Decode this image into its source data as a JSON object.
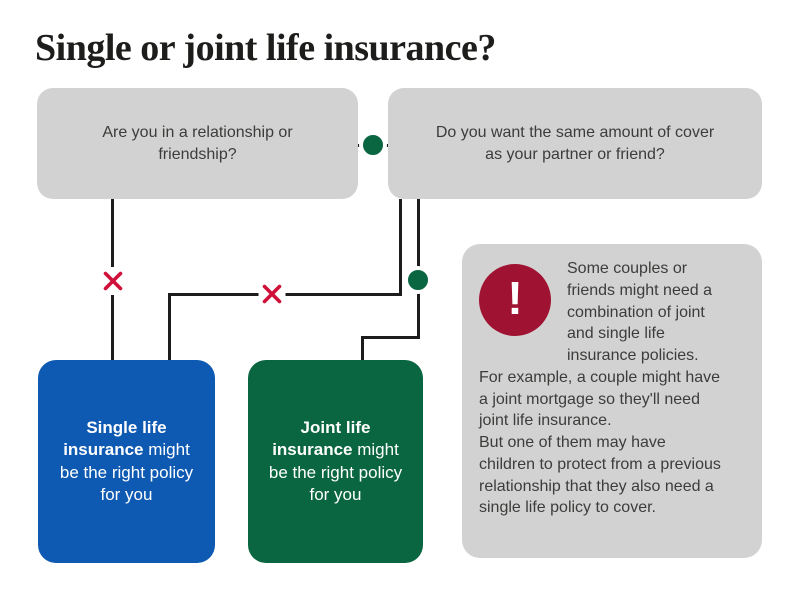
{
  "title": "Single or joint life insurance?",
  "questions": {
    "relationship": {
      "text": "Are you in a relationship or friendship?"
    },
    "cover": {
      "text": "Do you want the same amount of cover as your partner or friend?"
    }
  },
  "outcomes": {
    "single": {
      "bold": "Single life insurance",
      "rest": "might be the right policy for you"
    },
    "joint": {
      "bold": "Joint life insurance",
      "rest": "might be the right policy for you"
    }
  },
  "note": {
    "icon_glyph": "!",
    "lines": [
      "Some couples or friends might need a combination of joint and single life insurance policies.",
      "For example, a couple might have a joint mortgage so they'll need joint life insurance.",
      "But one of them may have children to protect from a previous relationship that they also need a single life policy to cover."
    ]
  },
  "colors": {
    "blue_box": "#0e59b2",
    "green_box": "#0a6640",
    "gray_box": "#d2d2d2",
    "alert_circle": "#a01231",
    "cross_red": "#d0103a",
    "yes_dot_green": "#0a6640",
    "connector_line": "#1c1c1c",
    "title_text": "#1d1d1b",
    "body_text": "#3c3c3b"
  }
}
